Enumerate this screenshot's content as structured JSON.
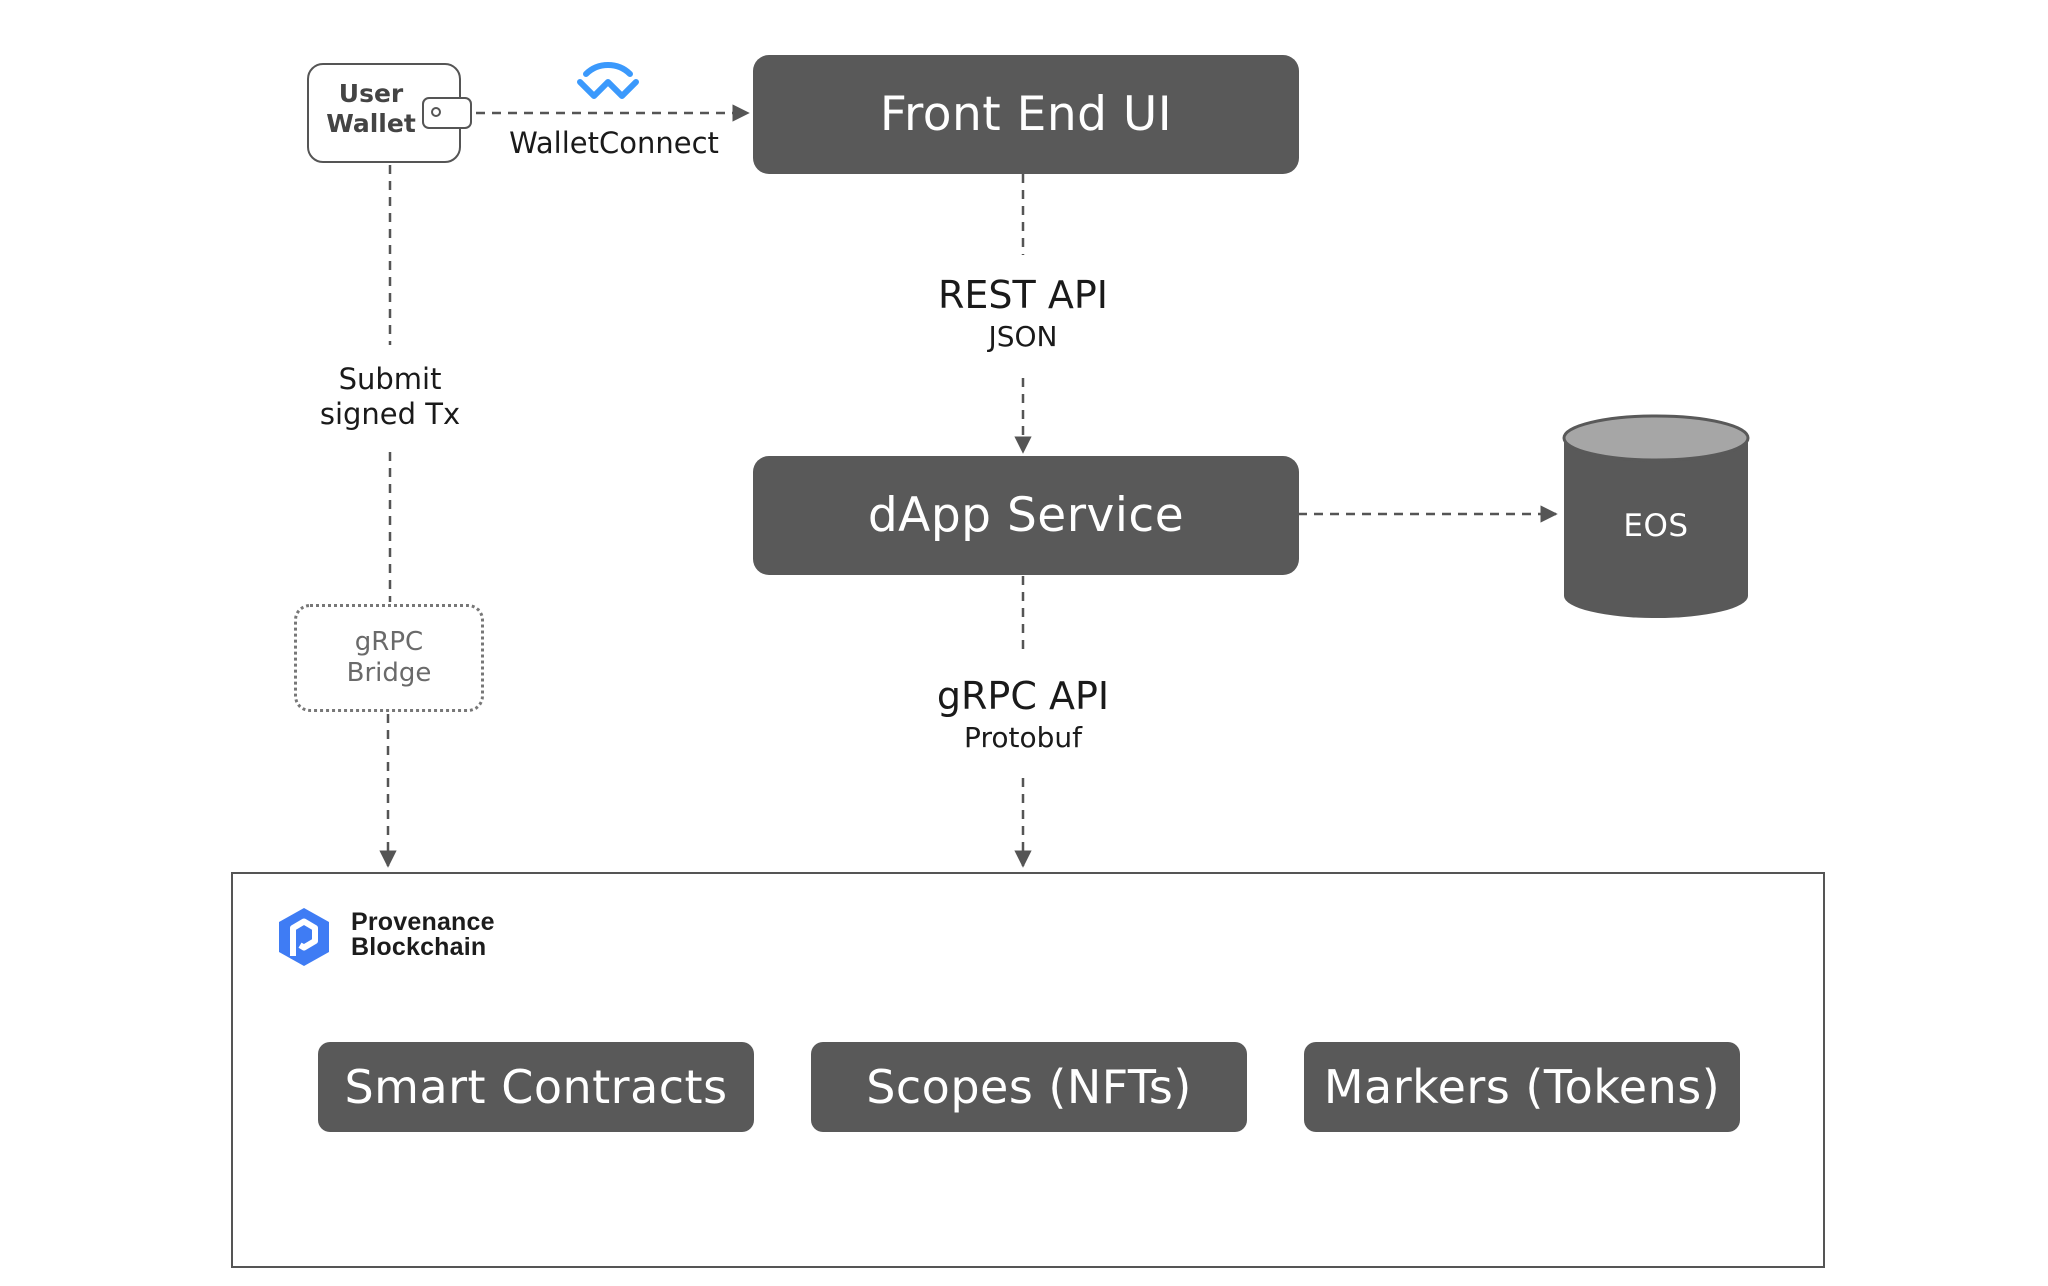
{
  "diagram": {
    "user_wallet": {
      "label": "User\nWallet",
      "icon": "wallet-icon"
    },
    "walletconnect": {
      "label": "WalletConnect",
      "icon": "walletconnect-icon",
      "icon_color": "#3b99fc"
    },
    "front_end": {
      "label": "Front End UI"
    },
    "rest_api": {
      "title": "REST API",
      "format": "JSON"
    },
    "dapp_service": {
      "label": "dApp Service"
    },
    "eos": {
      "label": "EOS",
      "icon": "database-icon"
    },
    "submit": {
      "label": "Submit\nsigned Tx"
    },
    "grpc_bridge": {
      "label": "gRPC\nBridge"
    },
    "grpc_api": {
      "title": "gRPC API",
      "format": "Protobuf"
    },
    "blockchain": {
      "name": "Provenance\nBlockchain",
      "logo_icon": "provenance-logo-icon",
      "logo_color": "#3f7cf4",
      "modules": [
        "Smart Contracts",
        "Scopes (NFTs)",
        "Markers (Tokens)"
      ]
    },
    "colors": {
      "box_fill": "#595959",
      "connector": "#555555",
      "db_top": "#a6a6a6"
    }
  }
}
